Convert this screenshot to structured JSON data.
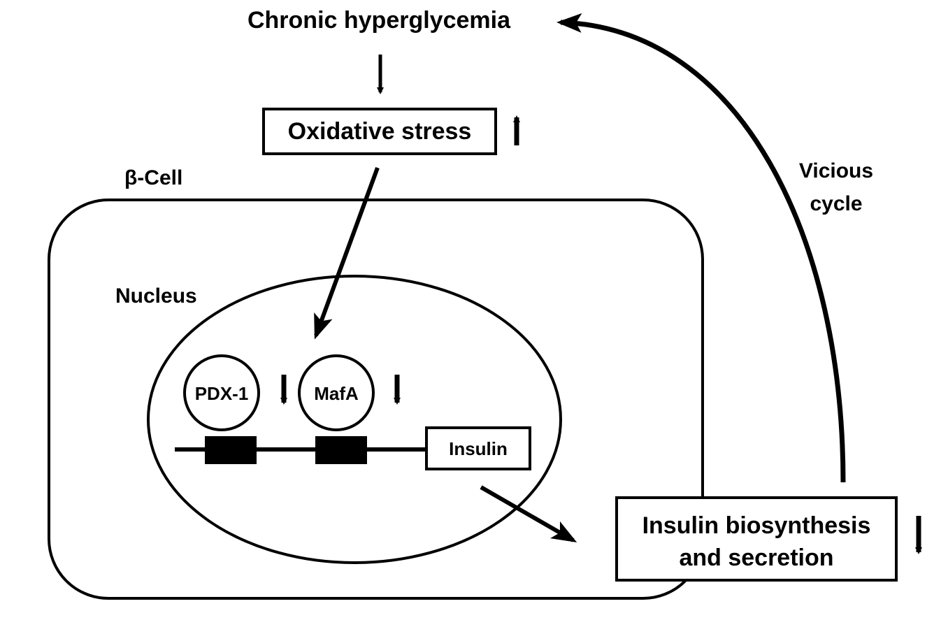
{
  "diagram": {
    "top_label": "Chronic hyperglycemia",
    "stress_box": "Oxidative stress",
    "cell_label": "β-Cell",
    "nucleus_label": "Nucleus",
    "factor_1": "PDX-1",
    "factor_2": "MafA",
    "gene_box": "Insulin",
    "output_line_1": "Insulin biosynthesis",
    "output_line_2": "and secretion",
    "cycle_line_1": "Vicious",
    "cycle_line_2": "cycle"
  },
  "colors": {
    "stroke": "#000000",
    "background": "#ffffff"
  }
}
